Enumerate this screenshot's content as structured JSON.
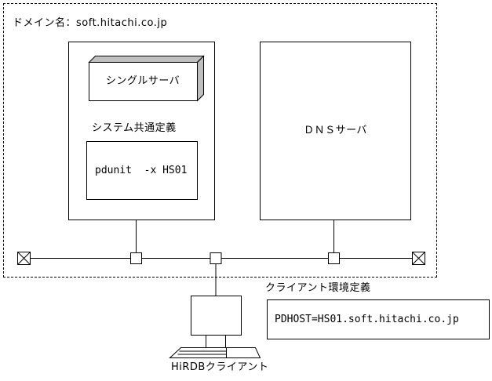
{
  "domain": {
    "label": "ドメイン名：soft.hitachi.co.jp"
  },
  "single_server": {
    "name": "シングルサーバ",
    "definition_title": "システム共通定義",
    "definition_code": "pdunit  -x HS01"
  },
  "dns_server": {
    "name": "ＤＮＳサーバ"
  },
  "client": {
    "definition_title": "クライアント環境定義",
    "definition_code": "PDHOST=HS01.soft.hitachi.co.jp",
    "name": "HiRDBクライアント"
  },
  "icons": {
    "server_3d": "3d-server-box-icon",
    "terminator_left": "network-terminator-icon",
    "terminator_right": "network-terminator-icon",
    "tap_server": "network-tap-icon",
    "tap_client": "network-tap-icon",
    "tap_dns": "network-tap-icon",
    "client_computer": "desktop-computer-icon"
  },
  "colors": {
    "background": "#ffffff",
    "line": "#000000",
    "server_3d_shade": "#bfbfbf"
  }
}
